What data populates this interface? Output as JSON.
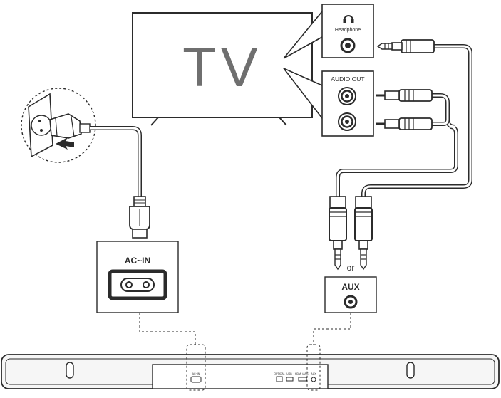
{
  "tv": {
    "label": "TV"
  },
  "headphone_panel": {
    "label": "Headphone",
    "icon": "headphone-icon"
  },
  "audio_out_panel": {
    "label": "AUDIO OUT"
  },
  "ac_in_panel": {
    "label": "AC~IN"
  },
  "aux_panel": {
    "label": "AUX"
  },
  "or_label": "or",
  "soundbar": {
    "port_labels": {
      "ac_in": "AC~IN",
      "optical": "OPTICAL",
      "usb": "USB",
      "hdmi": "HDMI (ARC)",
      "aux": "AUX"
    }
  },
  "colors": {
    "line": "#2b2b2b",
    "body": "#f4f4f4",
    "cable_gray": "#9a9a9a"
  }
}
